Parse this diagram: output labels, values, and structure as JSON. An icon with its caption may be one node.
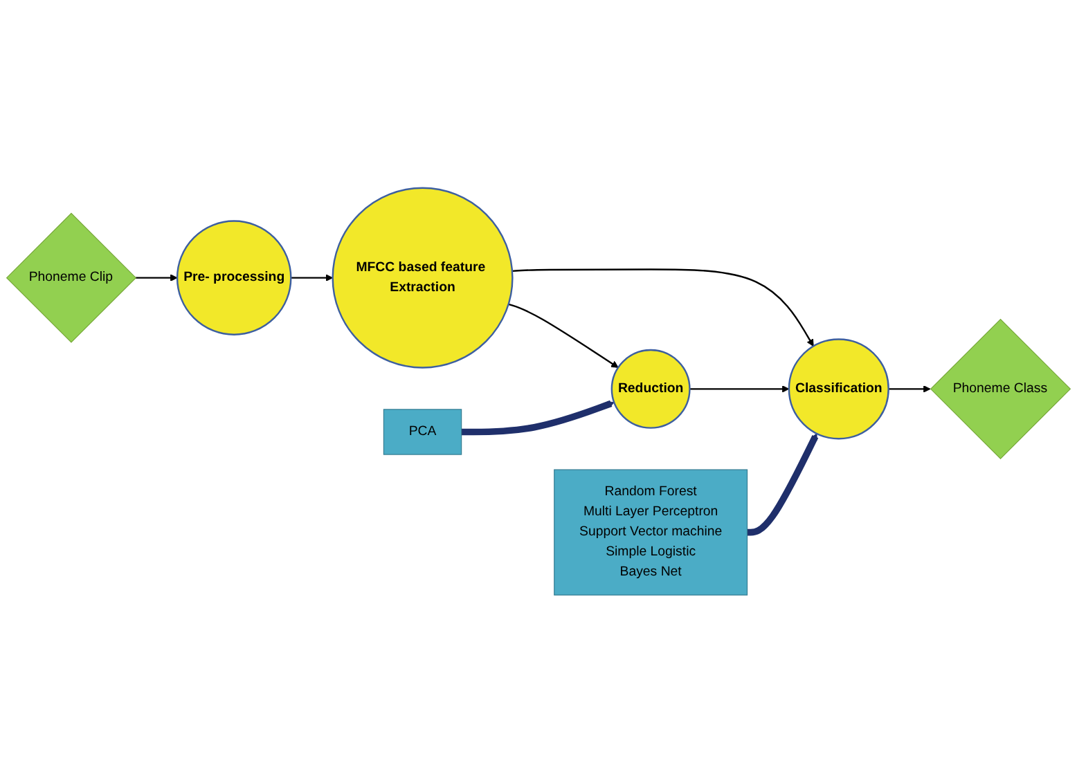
{
  "diagram": {
    "nodes": [
      {
        "text": [
          "Phoneme Clip"
        ]
      },
      {
        "text": [
          "Pre- processing"
        ]
      },
      {
        "text": [
          "MFCC based feature Extraction"
        ]
      },
      {
        "text": [
          "Reduction"
        ]
      },
      {
        "text": [
          "PCA"
        ]
      },
      {
        "text": [
          "Classification"
        ]
      },
      {
        "text": [
          "Phoneme Class"
        ]
      },
      {
        "text": [
          "Random Forest",
          "Multi Layer Perceptron",
          "Support Vector machine",
          "Simple Logistic",
          "Bayes Net"
        ]
      }
    ],
    "edges": [
      {
        "from": 0,
        "to": 1,
        "arrow": "to"
      },
      {
        "from": 1,
        "to": 2,
        "arrow": "to"
      },
      {
        "from": 2,
        "to": 3,
        "arrow": "to"
      },
      {
        "from": 2,
        "to": 5,
        "arrow": "to"
      },
      {
        "from": 4,
        "to": 3,
        "arrow": "to",
        "style": "thick",
        "color": "#1f2f6b"
      },
      {
        "from": 3,
        "to": 5,
        "arrow": "to"
      },
      {
        "from": 5,
        "to": 6,
        "arrow": "to"
      },
      {
        "from": 7,
        "to": 5,
        "arrow": "to",
        "style": "thick",
        "color": "#1f2f6b"
      }
    ]
  }
}
